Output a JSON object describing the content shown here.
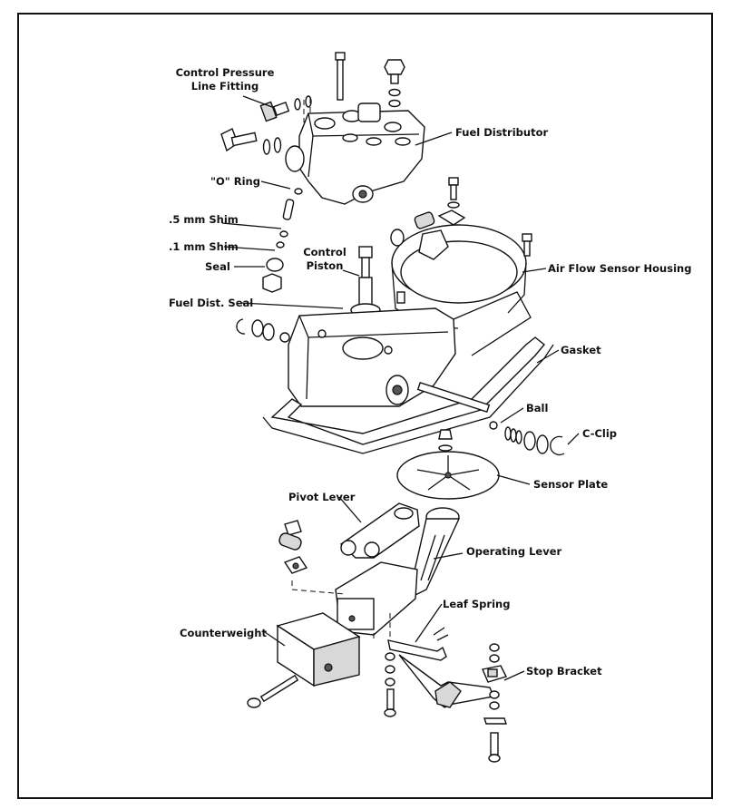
{
  "labels": {
    "control_pressure_line_fitting_1": "Control Pressure",
    "control_pressure_line_fitting_2": "Line Fitting",
    "fuel_distributor": "Fuel Distributor",
    "o_ring": "\"O\" Ring",
    "shim_5mm": ".5 mm Shim",
    "shim_1mm": ".1 mm Shim",
    "seal": "Seal",
    "control_piston_1": "Control",
    "control_piston_2": "Piston",
    "air_flow_sensor_housing": "Air Flow Sensor Housing",
    "fuel_dist_seal": "Fuel Dist. Seal",
    "gasket": "Gasket",
    "ball": "Ball",
    "c_clip": "C-Clip",
    "sensor_plate": "Sensor Plate",
    "pivot_lever": "Pivot Lever",
    "operating_lever": "Operating Lever",
    "leaf_spring": "Leaf Spring",
    "counterweight": "Counterweight",
    "stop_bracket": "Stop Bracket"
  }
}
